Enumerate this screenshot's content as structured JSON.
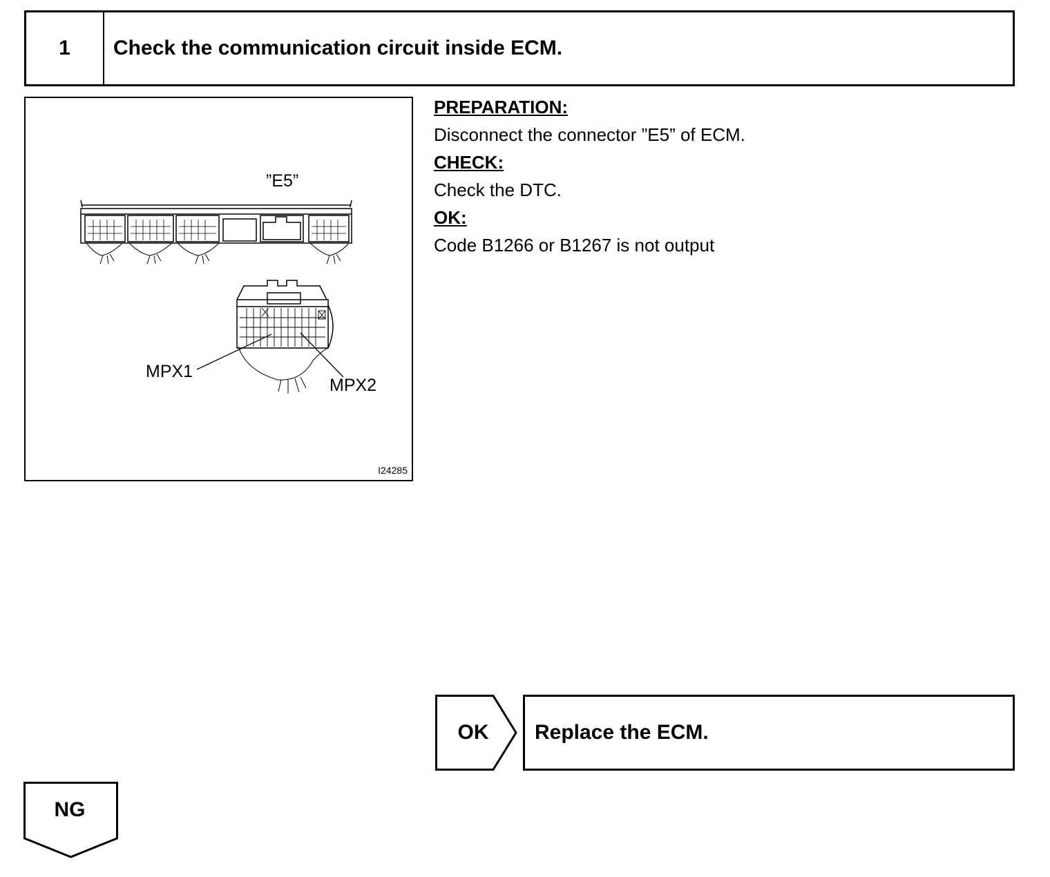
{
  "step": {
    "number": "1",
    "title": "Check the communication circuit inside ECM."
  },
  "figure": {
    "connector_label": "”E5”",
    "pin_label_1": "MPX1",
    "pin_label_2": "MPX2",
    "figure_id": "I24285"
  },
  "instructions": {
    "preparation_heading": "PREPARATION:",
    "preparation_text": "Disconnect the connector ”E5” of ECM.",
    "check_heading": "CHECK:",
    "check_text": "Check the DTC.",
    "ok_heading": "OK:",
    "ok_text": "Code B1266 or B1267 is not output"
  },
  "outcomes": {
    "ok_label": "OK",
    "ok_action": "Replace the ECM.",
    "ng_label": "NG"
  }
}
